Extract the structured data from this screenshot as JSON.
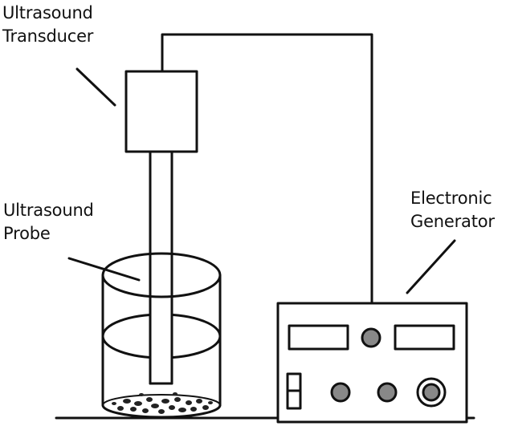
{
  "labels": {
    "transducer": {
      "line1": "Ultrasound",
      "line2": "Transducer"
    },
    "probe": {
      "line1": "Ultrasound",
      "line2": "Probe"
    },
    "generator": {
      "line1": "Electronic",
      "line2": "Generator"
    }
  },
  "colors": {
    "stroke": "#111111",
    "knob_fill": "#888888",
    "background": "#ffffff"
  }
}
